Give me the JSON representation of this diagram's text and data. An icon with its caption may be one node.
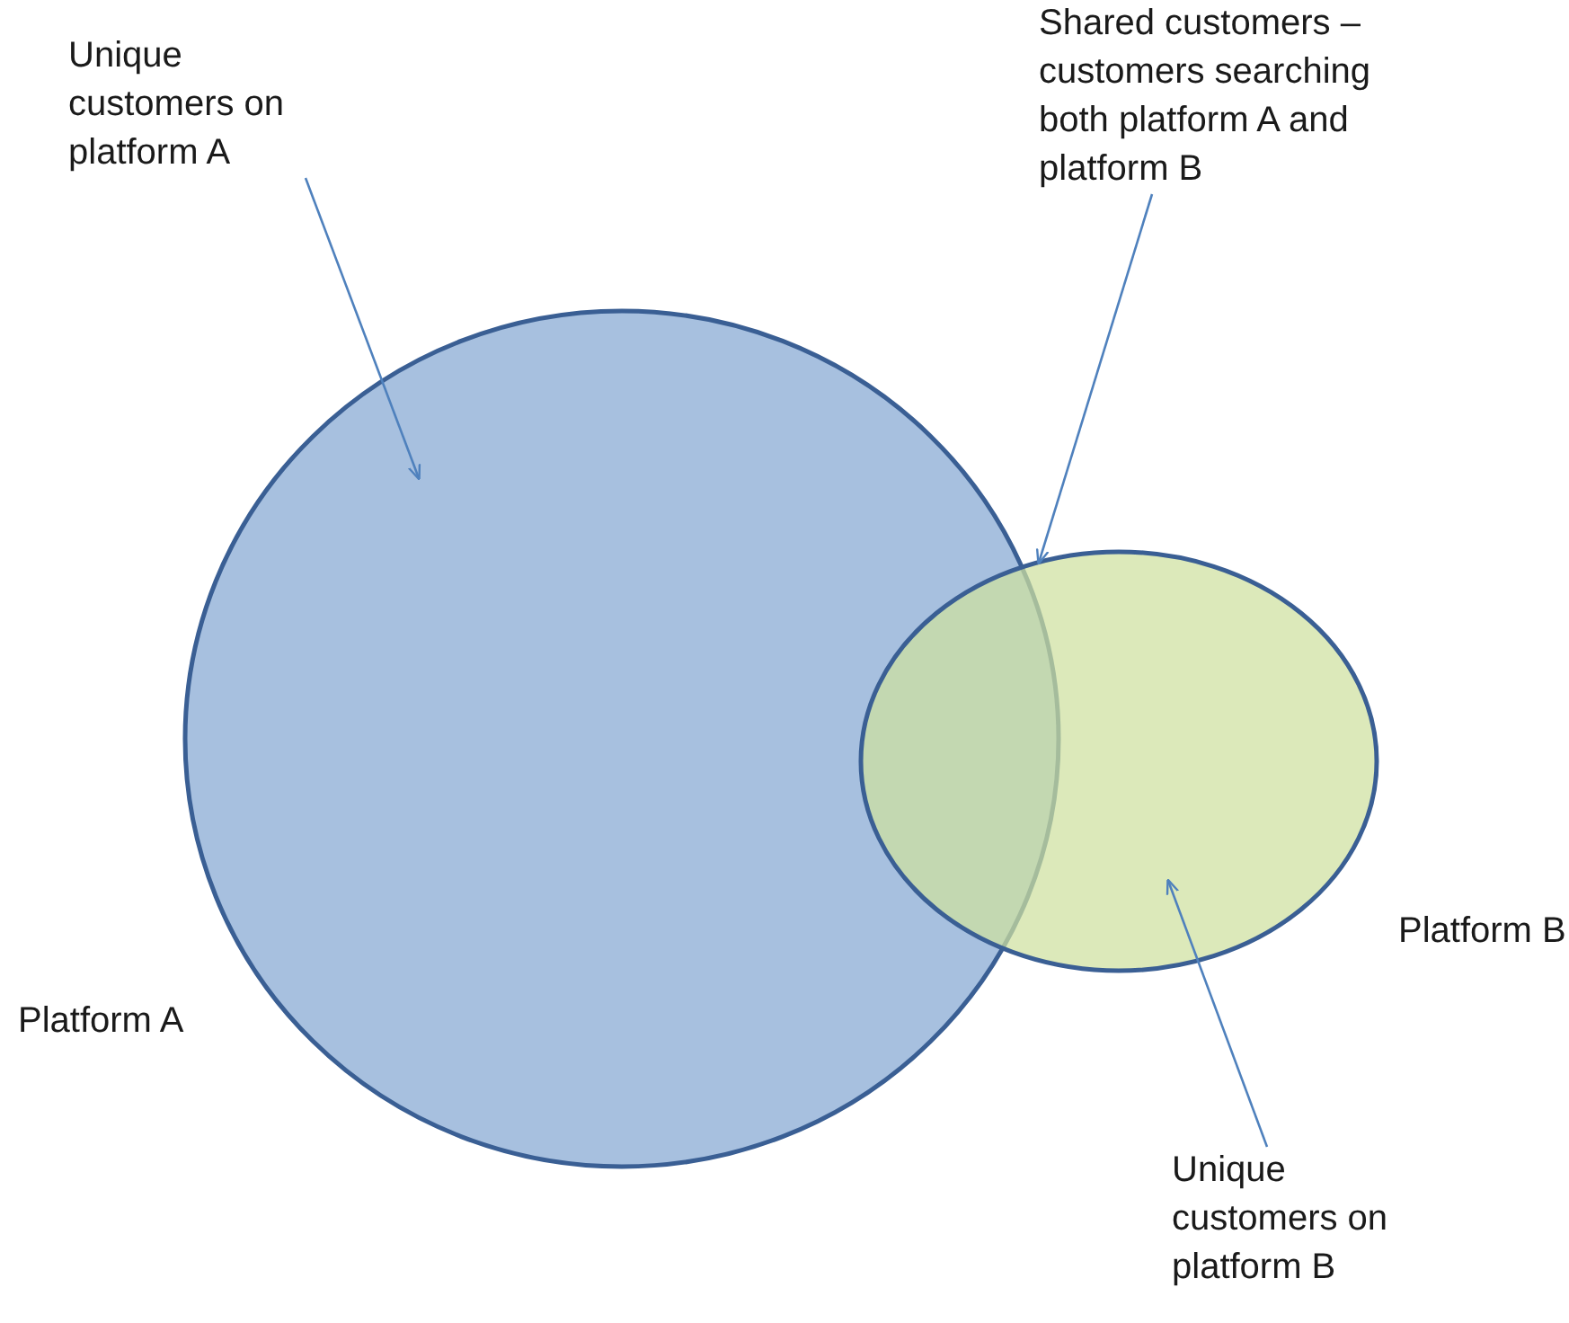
{
  "diagram": {
    "nodes": [
      {
        "text": [
          "Platform A"
        ]
      },
      {
        "text": [
          "Platform B"
        ]
      },
      {
        "text": [
          "Unique customers on platform A"
        ]
      },
      {
        "text": [
          "Shared customers – customers searching both platform A and platform B"
        ]
      },
      {
        "text": [
          "Unique customers on platform B"
        ]
      }
    ],
    "edges": [
      {
        "from": 2,
        "to": 0,
        "arrow": "to"
      },
      {
        "from": 3,
        "to": 1,
        "arrow": "to"
      },
      {
        "from": 4,
        "to": 1,
        "arrow": "to"
      }
    ]
  }
}
